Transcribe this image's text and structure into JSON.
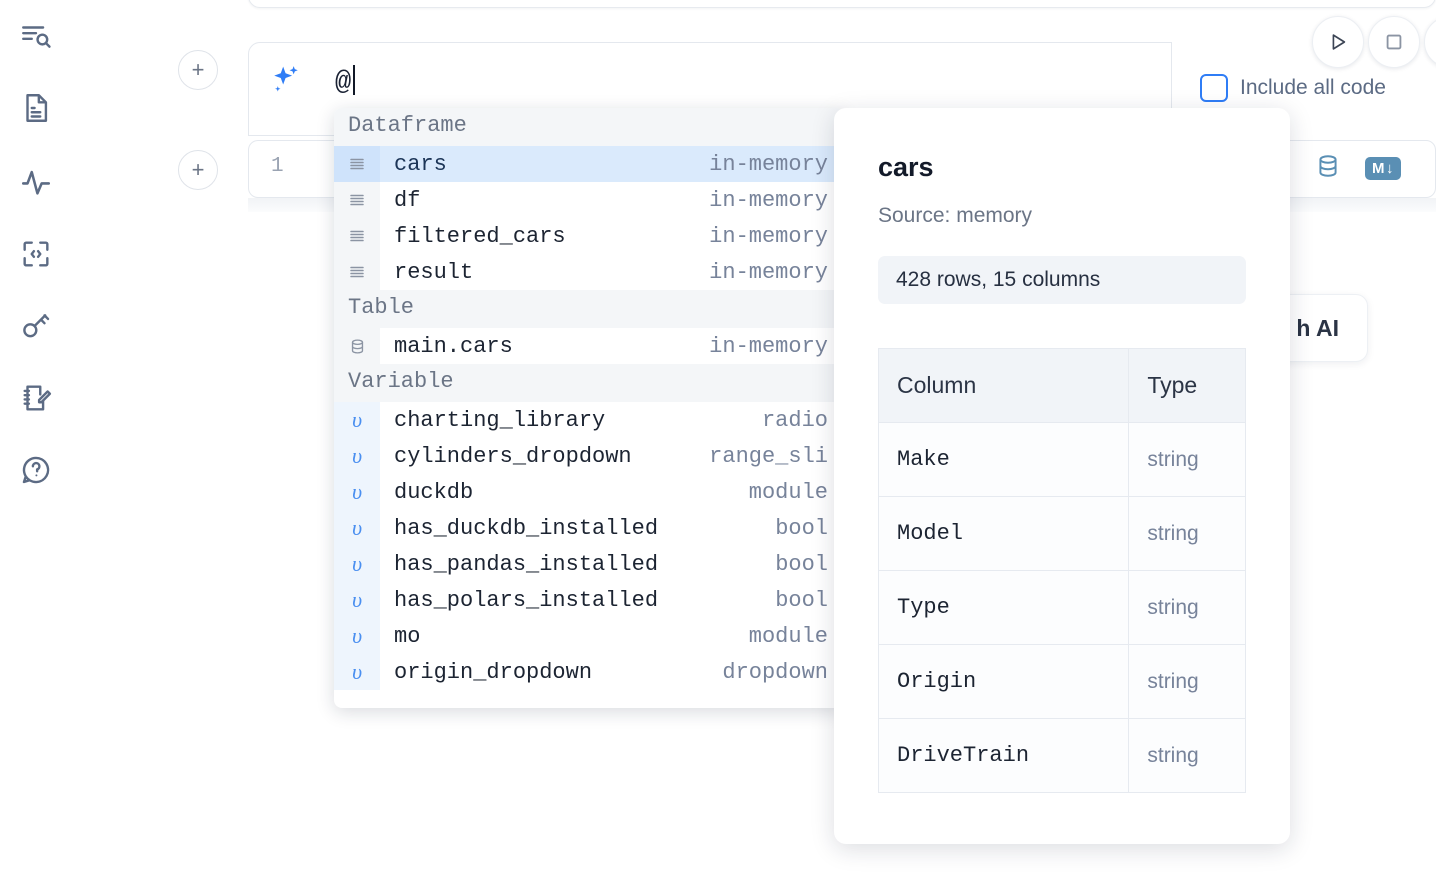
{
  "rail": {
    "items": [
      {
        "name": "search-outline-icon",
        "label": "Outline search"
      },
      {
        "name": "file-text-icon",
        "label": "Files"
      },
      {
        "name": "activity-pulse-icon",
        "label": "Activity"
      },
      {
        "name": "code-snippet-icon",
        "label": "Snippets"
      },
      {
        "name": "key-icon",
        "label": "Secrets"
      },
      {
        "name": "notebook-edit-icon",
        "label": "Scratchpad"
      },
      {
        "name": "help-chat-icon",
        "label": "Help"
      }
    ]
  },
  "prompt": {
    "value": "@",
    "sparkle_icon": "ai-sparkle-icon",
    "add_button_label": "+",
    "run_button_label": "run",
    "stop_button_label": "stop",
    "include_all_code_label": "Include all code",
    "include_all_code_checked": false,
    "accent_color": "#2f7df6"
  },
  "code_cell": {
    "line_number": "1",
    "database_icon": "database-icon",
    "markdown_badge": "M",
    "markdown_arrow": "↓",
    "icon_color": "#5a8fb4"
  },
  "ai_card": {
    "label": "h AI"
  },
  "autocomplete": {
    "groups": [
      {
        "label": "Dataframe",
        "icon": "dataframe-rows-icon",
        "items": [
          {
            "name": "cars",
            "type": "in-memory",
            "selected": true
          },
          {
            "name": "df",
            "type": "in-memory",
            "selected": false
          },
          {
            "name": "filtered_cars",
            "type": "in-memory",
            "selected": false
          },
          {
            "name": "result",
            "type": "in-memory",
            "selected": false
          }
        ]
      },
      {
        "label": "Table",
        "icon": "database-cylinder-icon",
        "items": [
          {
            "name": "main.cars",
            "type": "in-memory",
            "selected": false
          }
        ]
      },
      {
        "label": "Variable",
        "icon": "variable-upsilon-icon",
        "items": [
          {
            "name": "charting_library",
            "type": "radio",
            "selected": false
          },
          {
            "name": "cylinders_dropdown",
            "type": "range_sli",
            "selected": false
          },
          {
            "name": "duckdb",
            "type": "module",
            "selected": false
          },
          {
            "name": "has_duckdb_installed",
            "type": "bool",
            "selected": false
          },
          {
            "name": "has_pandas_installed",
            "type": "bool",
            "selected": false
          },
          {
            "name": "has_polars_installed",
            "type": "bool",
            "selected": false
          },
          {
            "name": "mo",
            "type": "module",
            "selected": false
          },
          {
            "name": "origin_dropdown",
            "type": "dropdown",
            "selected": false
          }
        ]
      }
    ],
    "selected_highlight_color": "#daeafc"
  },
  "details": {
    "title": "cars",
    "source": "Source: memory",
    "shape": "428 rows, 15 columns",
    "table": {
      "headers": [
        "Column",
        "Type"
      ],
      "rows": [
        [
          "Make",
          "string"
        ],
        [
          "Model",
          "string"
        ],
        [
          "Type",
          "string"
        ],
        [
          "Origin",
          "string"
        ],
        [
          "DriveTrain",
          "string"
        ]
      ]
    }
  }
}
